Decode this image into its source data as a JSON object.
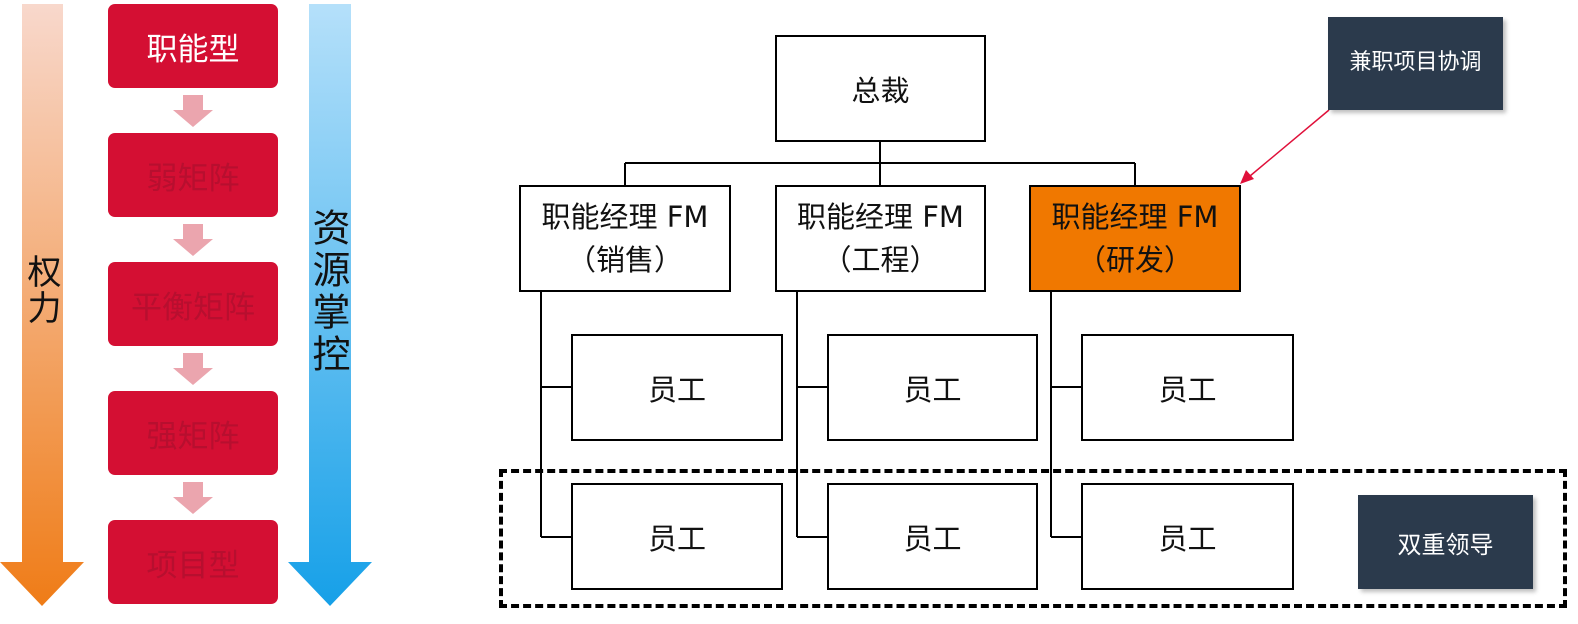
{
  "left_panel": {
    "power_label": "权力",
    "resource_label": "资源掌控",
    "structures": [
      {
        "label": "职能型",
        "active": true
      },
      {
        "label": "弱矩阵",
        "active": false
      },
      {
        "label": "平衡矩阵",
        "active": false
      },
      {
        "label": "强矩阵",
        "active": false
      },
      {
        "label": "项目型",
        "active": false
      }
    ]
  },
  "org_chart": {
    "president": "总裁",
    "managers": [
      {
        "title": "职能经理 FM",
        "dept": "（销售）",
        "highlight": false
      },
      {
        "title": "职能经理 FM",
        "dept": "（工程）",
        "highlight": false
      },
      {
        "title": "职能经理 FM",
        "dept": "（研发）",
        "highlight": true
      }
    ],
    "employee_label": "员工",
    "part_time_coordinator": "兼职项目协调",
    "dual_leadership": "双重领导"
  },
  "colors": {
    "chain_red": "#d40f33",
    "highlight_orange": "#f07800",
    "dark_navy": "#2b3a4c",
    "power_arrow": "#f08020",
    "resource_arrow": "#1aa0e8",
    "annotation_line": "#e0103a"
  }
}
